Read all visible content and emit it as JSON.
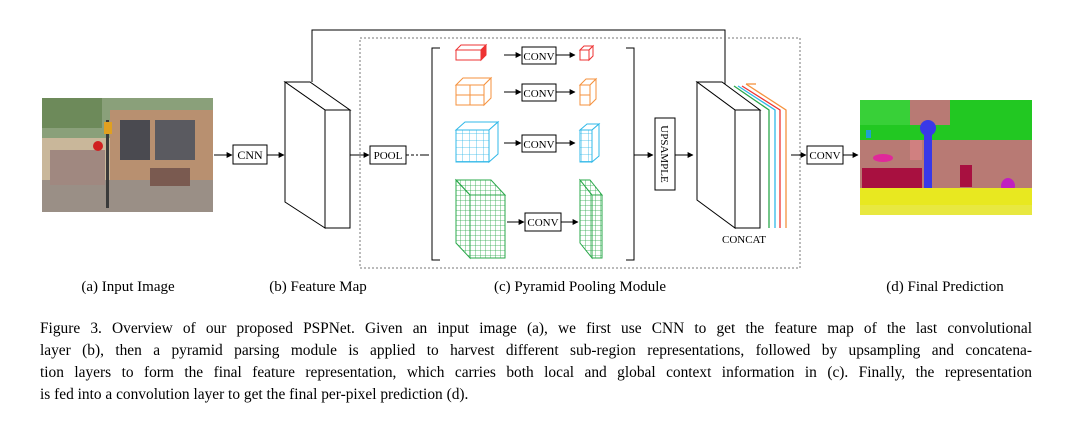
{
  "labels": {
    "cnn": "CNN",
    "pool": "POOL",
    "conv1": "CONV",
    "conv2": "CONV",
    "conv3": "CONV",
    "conv4": "CONV",
    "upsample": "UPSAMPLE",
    "concat": "CONCAT",
    "conv_final": "CONV"
  },
  "subcaptions": {
    "a": "(a) Input Image",
    "b": "(b) Feature Map",
    "c": "(c) Pyramid Pooling Module",
    "d": "(d) Final Prediction"
  },
  "caption_lines": [
    "Figure 3. Overview of our proposed PSPNet. Given an input image (a), we first use CNN to get the feature map of the last convolutional",
    "layer (b), then a pyramid parsing module is applied to harvest different sub-region representations, followed by upsampling and concatena-",
    "tion layers to form the final feature representation, which carries both local and global context information in (c). Finally, the representation",
    "is fed into a convolution layer to get the final per-pixel prediction (d)."
  ],
  "colors": {
    "red": "#ee3333",
    "orange": "#f5923e",
    "cyan": "#30b8e8",
    "green": "#2aa84a"
  }
}
